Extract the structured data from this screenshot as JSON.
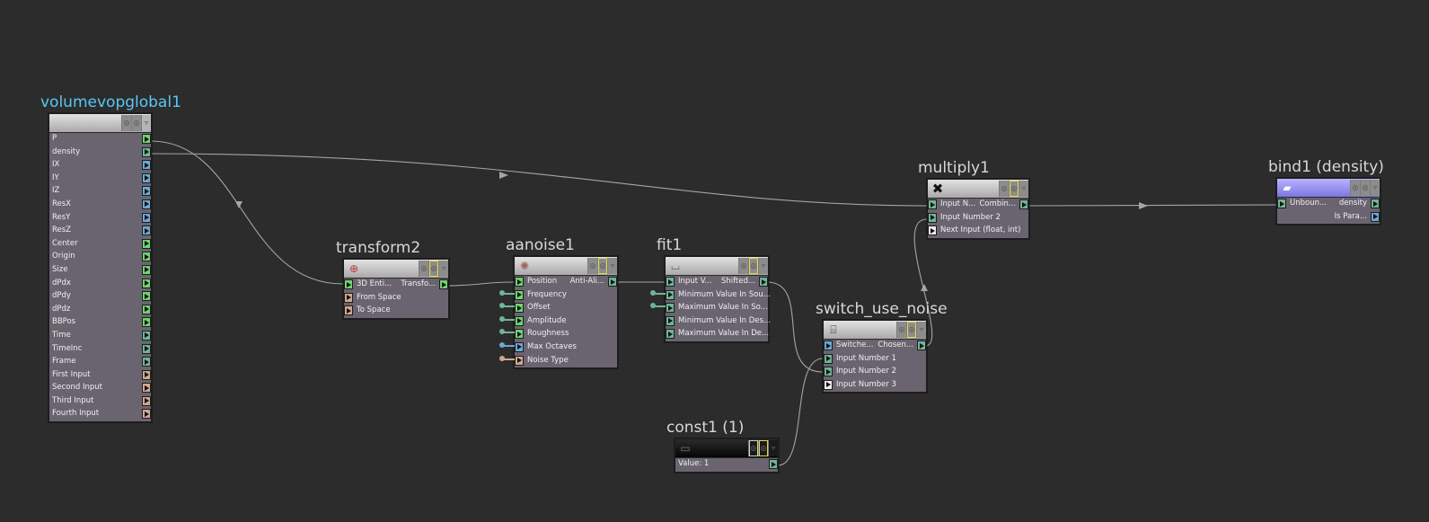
{
  "nodes": {
    "volumevopglobal1": {
      "title": "volumevopglobal1",
      "outputs": [
        "P",
        "density",
        "IX",
        "IY",
        "IZ",
        "ResX",
        "ResY",
        "ResZ",
        "Center",
        "Origin",
        "Size",
        "dPdx",
        "dPdy",
        "dPdz",
        "BBPos",
        "Time",
        "TimeInc",
        "Frame",
        "First Input",
        "Second Input",
        "Third Input",
        "Fourth Input"
      ]
    },
    "transform2": {
      "title": "transform2",
      "rows": [
        {
          "in": "3D Enti...",
          "out": "Transfo..."
        },
        {
          "in": "From Space"
        },
        {
          "in": "To Space"
        }
      ]
    },
    "aanoise1": {
      "title": "aanoise1",
      "rows": [
        {
          "in": "Position",
          "out": "Anti-Ali..."
        },
        {
          "in": "Frequency"
        },
        {
          "in": "Offset"
        },
        {
          "in": "Amplitude"
        },
        {
          "in": "Roughness"
        },
        {
          "in": "Max Octaves"
        },
        {
          "in": "Noise Type"
        }
      ]
    },
    "fit1": {
      "title": "fit1",
      "rows": [
        {
          "in": "Input V...",
          "out": "Shifted..."
        },
        {
          "in": "Minimum Value In Sou..."
        },
        {
          "in": "Maximum Value In So..."
        },
        {
          "in": "Minimum Value In Des..."
        },
        {
          "in": "Maximum Value In De..."
        }
      ]
    },
    "multiply1": {
      "title": "multiply1",
      "rows": [
        {
          "in": "Input N...",
          "out": "Combin..."
        },
        {
          "in": "Input Number 2"
        },
        {
          "in": "Next Input (float, int)"
        }
      ]
    },
    "bind1": {
      "title": "bind1 (density)",
      "rows": [
        {
          "in": "Unboun...",
          "out": "density"
        },
        {
          "out": "Is Para..."
        }
      ]
    },
    "switch_use_noise": {
      "title": "switch_use_noise",
      "rows": [
        {
          "in": "Switche...",
          "out": "Chosen..."
        },
        {
          "in": "Input Number 1"
        },
        {
          "in": "Input Number 2"
        },
        {
          "in": "Input Number 3"
        }
      ]
    },
    "const1": {
      "title": "const1 (1)",
      "rows": [
        {
          "label": "Value: 1"
        }
      ]
    }
  },
  "icons": {
    "transform2": "transform-icon",
    "aanoise1": "noise-icon",
    "fit1": "fit-range-icon",
    "multiply1": "multiply-icon",
    "bind1": "bind-icon",
    "switch_use_noise": "switch-icon",
    "const1": "constant-icon"
  },
  "colors": {
    "background": "#2b2b2b",
    "node_body": "#6a6470",
    "selected_title": "#58c8f5",
    "wire": "#a9a9a9",
    "bind_header": "#8f88f0"
  }
}
